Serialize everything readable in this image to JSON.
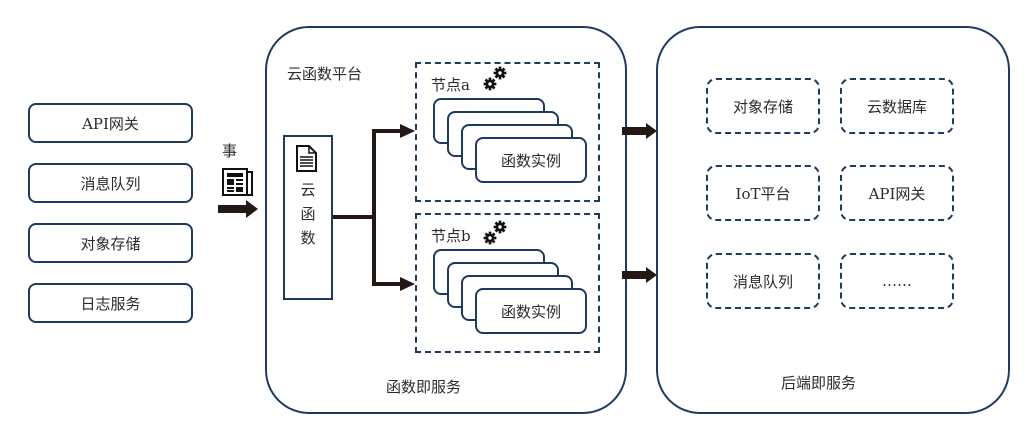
{
  "event_sources": {
    "items": [
      {
        "label": "API网关"
      },
      {
        "label": "消息队列"
      },
      {
        "label": "对象存储"
      },
      {
        "label": "日志服务"
      }
    ]
  },
  "event": {
    "label": "事",
    "icon": "newspaper-icon"
  },
  "faas_panel": {
    "platform_label": "云函数平台",
    "footer_label": "函数即服务",
    "function": {
      "icon": "document-icon",
      "label_chars": [
        "云",
        "函",
        "数"
      ]
    },
    "nodes": [
      {
        "label": "节点a",
        "icon": "gears-icon",
        "instance_label": "函数实例"
      },
      {
        "label": "节点b",
        "icon": "gears-icon",
        "instance_label": "函数实例"
      }
    ]
  },
  "baas_panel": {
    "footer_label": "后端即服务",
    "services": [
      {
        "label": "对象存储"
      },
      {
        "label": "云数据库"
      },
      {
        "label": "IoT平台"
      },
      {
        "label": "API网关"
      },
      {
        "label": "消息队列"
      },
      {
        "label": "……"
      }
    ]
  },
  "colors": {
    "border": "#1f3a5f",
    "arrow": "#231815",
    "text": "#2b2b2b"
  }
}
